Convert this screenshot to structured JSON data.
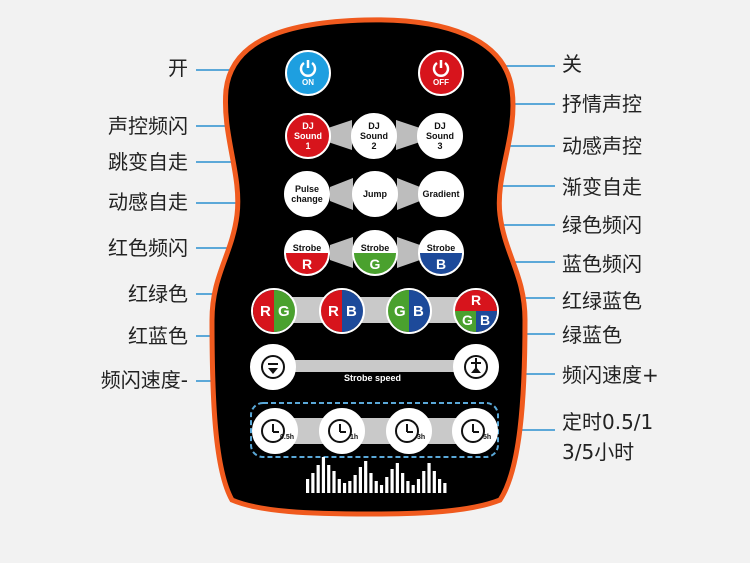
{
  "labels_left": [
    "开",
    "声控频闪",
    "跳变自走",
    "动感自走",
    "红色频闪",
    "红绿色",
    "红蓝色",
    "频闪速度-"
  ],
  "labels_right": [
    "关",
    "抒情声控",
    "动感声控",
    "渐变自走",
    "绿色频闪",
    "蓝色频闪",
    "红绿蓝色",
    "绿蓝色",
    "频闪速度+",
    "定时0.5/1",
    "3/5小时"
  ],
  "power": {
    "on_label": "ON",
    "off_label": "OFF"
  },
  "sound": [
    {
      "l1": "DJ",
      "l2": "Sound",
      "l3": "1"
    },
    {
      "l1": "DJ",
      "l2": "Sound",
      "l3": "2"
    },
    {
      "l1": "DJ",
      "l2": "Sound",
      "l3": "3"
    }
  ],
  "modes": [
    "Pulse change",
    "Jump",
    "Gradient"
  ],
  "strobe": [
    {
      "top": "Strobe",
      "letter": "R"
    },
    {
      "top": "Strobe",
      "letter": "G"
    },
    {
      "top": "Strobe",
      "letter": "B"
    }
  ],
  "combos": [
    {
      "a": "R",
      "b": "G"
    },
    {
      "a": "R",
      "b": "B"
    },
    {
      "a": "G",
      "b": "B"
    },
    {
      "a": "R",
      "b": "G",
      "c": "B"
    }
  ],
  "strobe_speed": "Strobe speed",
  "timers": [
    "0.5h",
    "1h",
    "3h",
    "5h"
  ],
  "colors": {
    "red": "#d7141c",
    "green": "#4aa12e",
    "blue": "#1d4a9a",
    "cyan": "#1e9fe0",
    "body": "#000000",
    "border": "#f05a1e",
    "grey": "#c9c9c9"
  }
}
